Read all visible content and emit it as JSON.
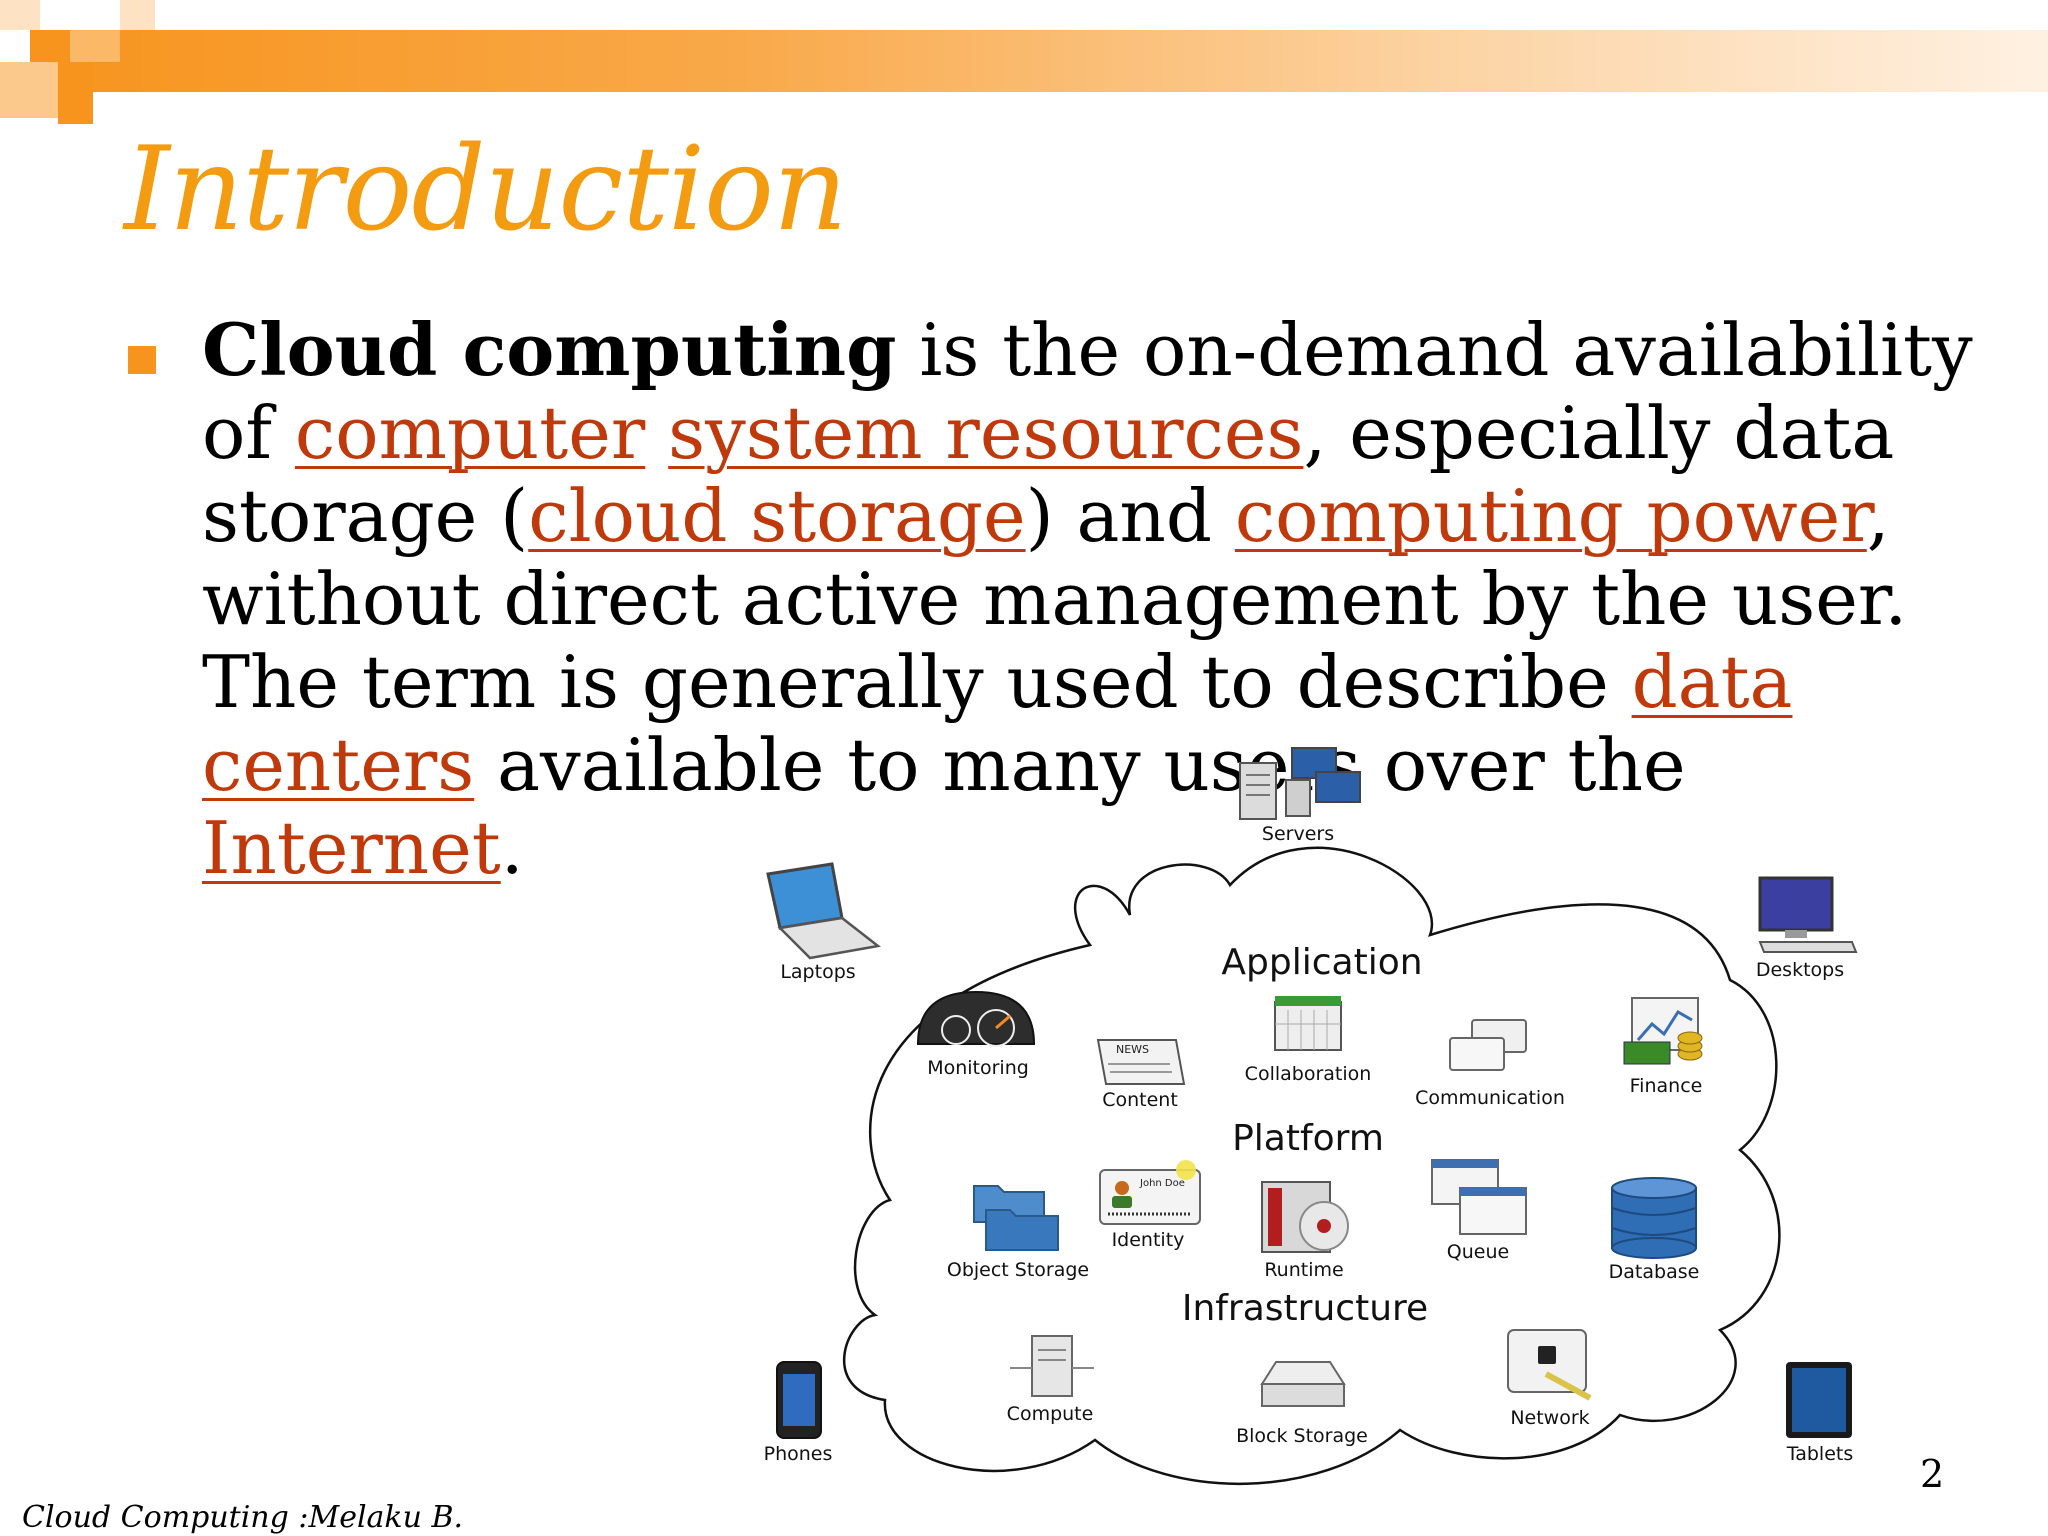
{
  "slide": {
    "title": "Introduction",
    "paragraph": {
      "term": "Cloud computing",
      "t1": " is the on-demand availability of ",
      "link_computer": "computer",
      "t2": " ",
      "link_system_resources": "system resources",
      "t3": ", especially data storage (",
      "link_cloud_storage": "cloud storage",
      "t4": ") and ",
      "link_computing_power": "computing power",
      "t5": ", without direct active management by the user. The term is generally used to describe ",
      "link_data_centers": "data centers",
      "t6": " available to many users over the ",
      "link_internet": "Internet",
      "t7": "."
    },
    "footer": "Cloud Computing :Melaku B.",
    "page_number": "2",
    "accent_color": "#f7941d",
    "link_color": "#c0390b"
  },
  "diagram": {
    "layers": {
      "application": "Application",
      "platform": "Platform",
      "infrastructure": "Infrastructure"
    },
    "outside": {
      "servers": "Servers",
      "laptops": "Laptops",
      "desktops": "Desktops",
      "phones": "Phones",
      "tablets": "Tablets"
    },
    "inside": {
      "monitoring": "Monitoring",
      "content": "Content",
      "collaboration": "Collaboration",
      "communication": "Communication",
      "finance": "Finance",
      "identity": "Identity",
      "object_storage": "Object Storage",
      "runtime": "Runtime",
      "queue": "Queue",
      "database": "Database",
      "compute": "Compute",
      "block_storage": "Block Storage",
      "network": "Network"
    },
    "news_label": "NEWS",
    "id_card_name": "John Doe"
  }
}
